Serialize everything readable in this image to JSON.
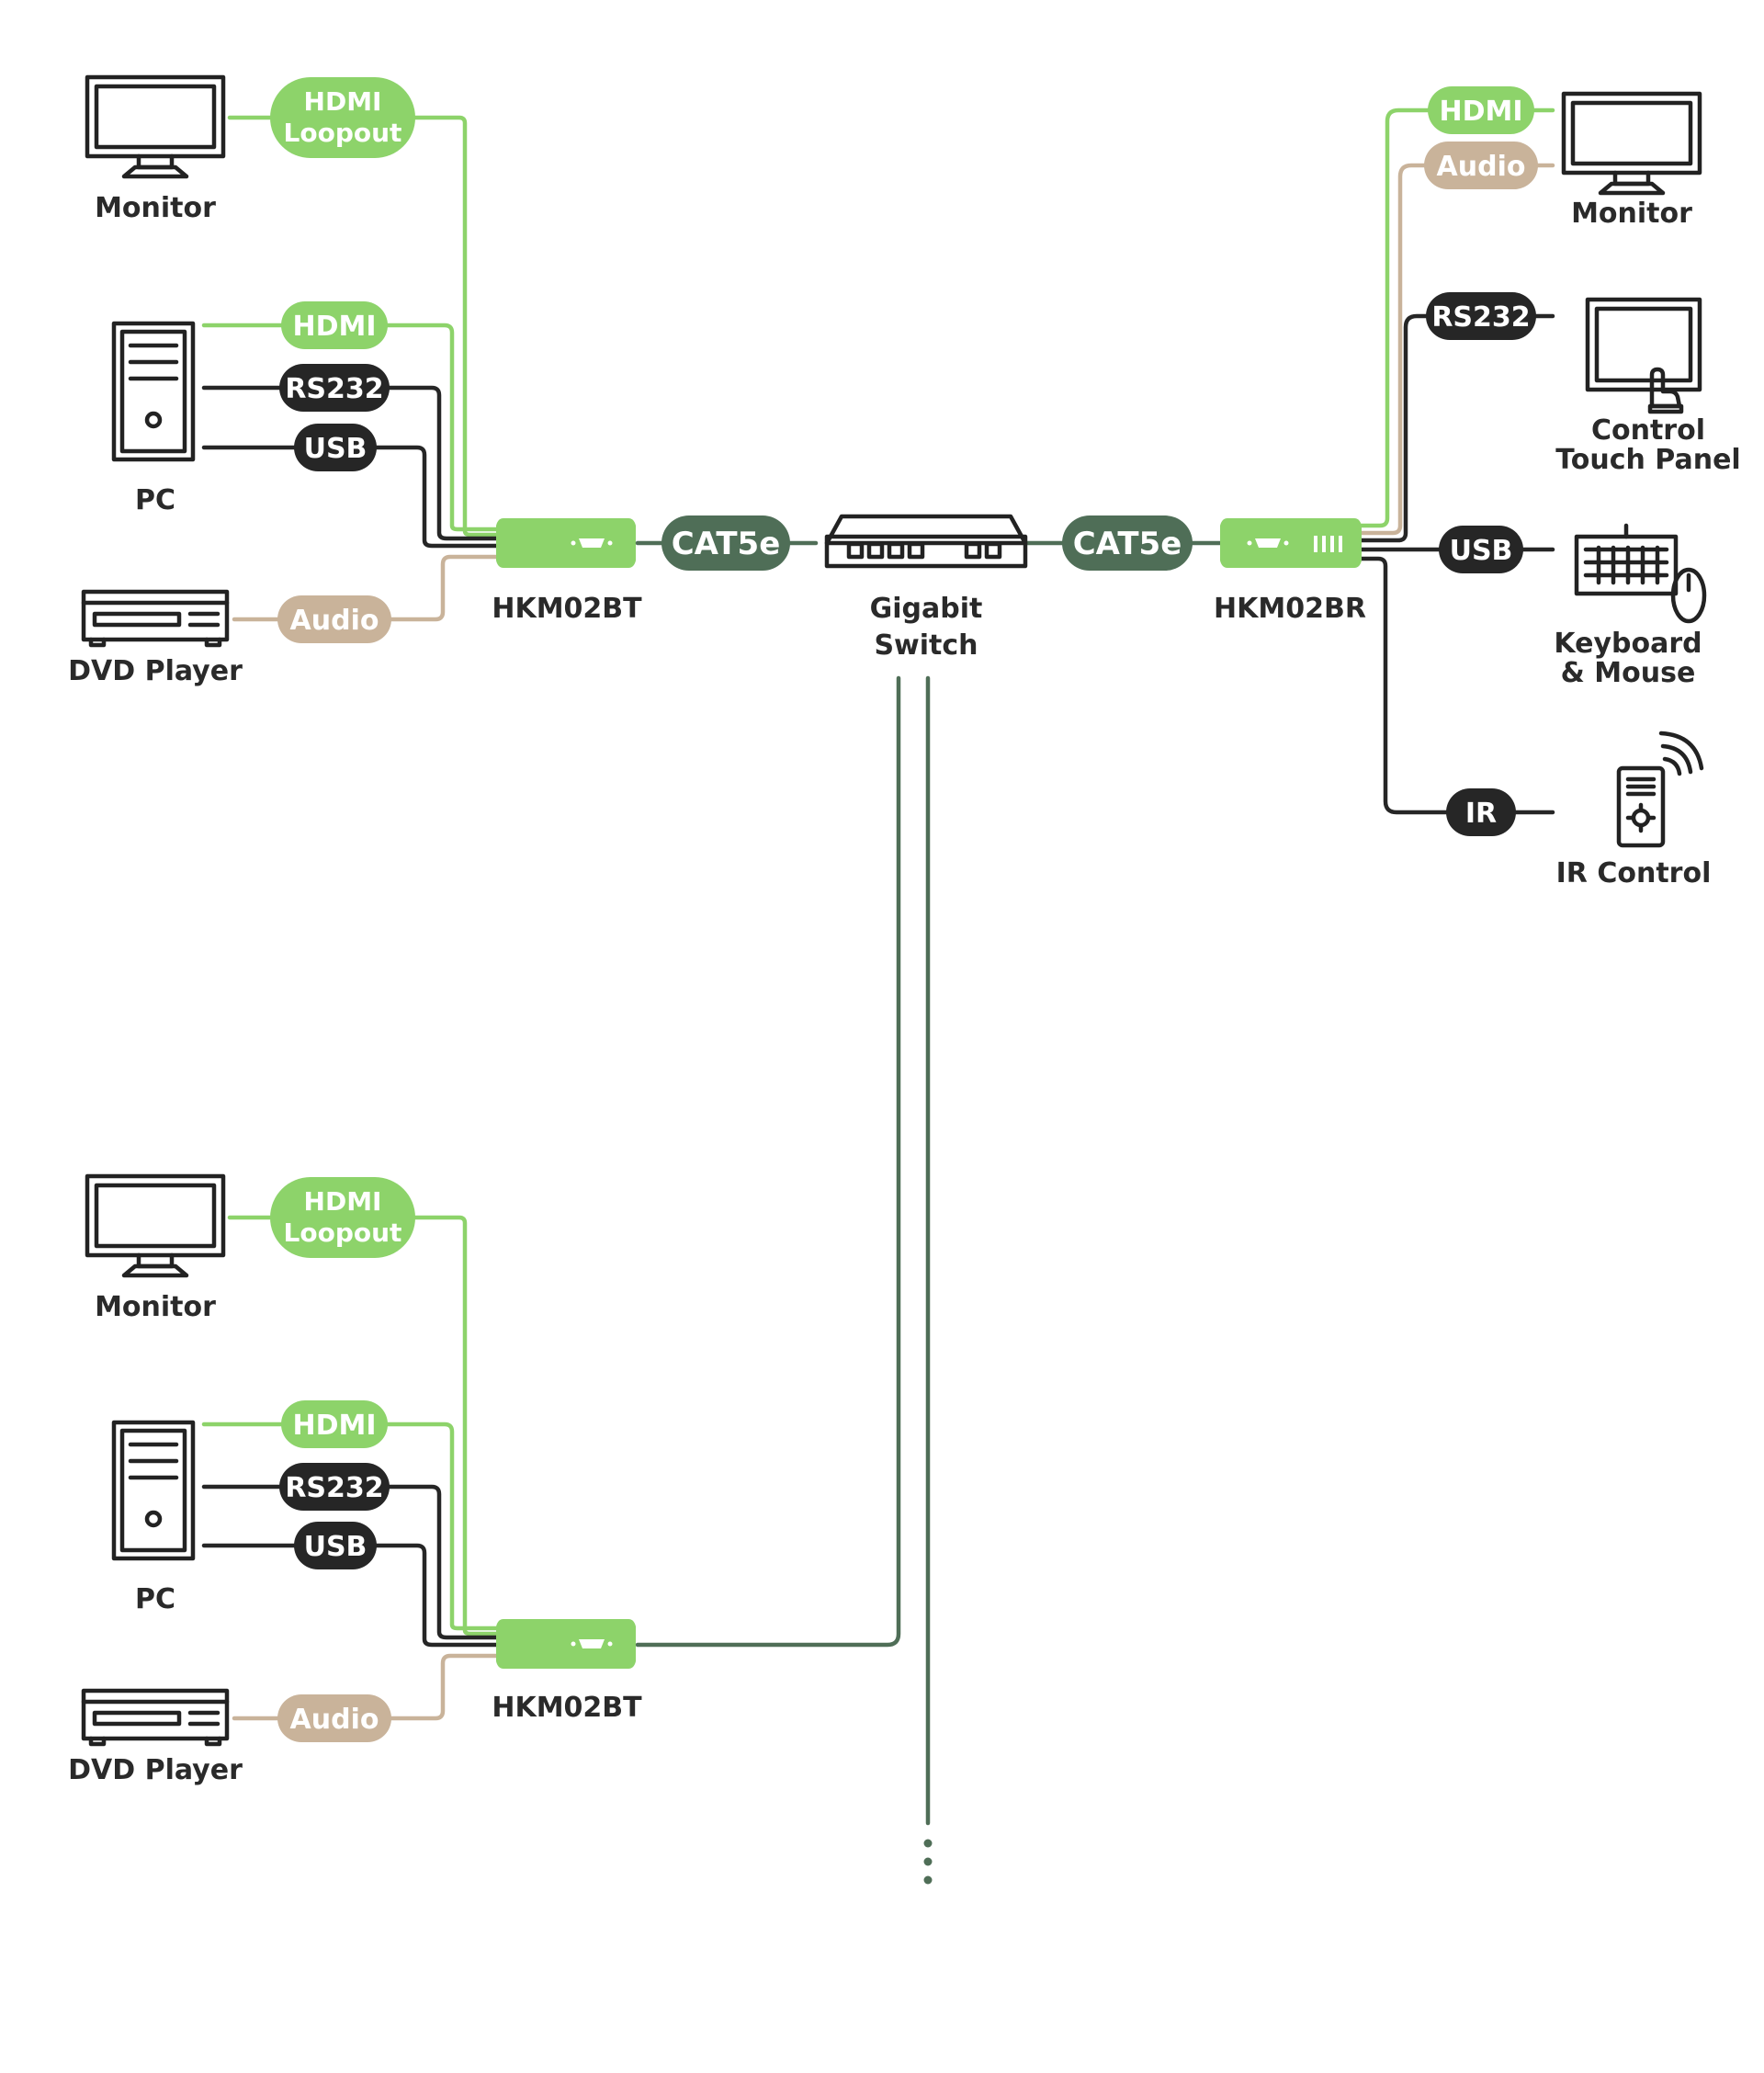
{
  "colors": {
    "hdmi": "#8dd36a",
    "audio": "#c9b39a",
    "control": "#262626",
    "cat5e": "#4f6e57",
    "device_text": "#2a2a2a",
    "background": "#ffffff"
  },
  "tx1": {
    "monitor": {
      "label": "Monitor",
      "icon": "monitor-icon"
    },
    "hdmi_loopout": {
      "line1": "HDMI",
      "line2": "Loopout"
    },
    "pc": {
      "label": "PC",
      "icon": "pc-tower-icon"
    },
    "hdmi": "HDMI",
    "rs232": "RS232",
    "usb": "USB",
    "dvd": {
      "label": "DVD Player",
      "icon": "dvd-player-icon"
    },
    "audio": "Audio",
    "extender_label": "HKM02BT"
  },
  "link_left": {
    "label": "CAT5e"
  },
  "switch": {
    "line1": "Gigabit",
    "line2": "Switch",
    "icon": "network-switch-icon"
  },
  "link_right": {
    "label": "CAT5e"
  },
  "rx": {
    "extender_label": "HKM02BR",
    "hdmi": "HDMI",
    "audio": "Audio",
    "monitor": {
      "label": "Monitor",
      "icon": "monitor-icon"
    },
    "rs232": "RS232",
    "touch_panel": {
      "line1": "Control",
      "line2": "Touch Panel",
      "icon": "touch-panel-icon"
    },
    "usb": "USB",
    "keyboard_mouse": {
      "line1": "Keyboard",
      "line2": "& Mouse",
      "icon": "keyboard-mouse-icon"
    },
    "ir": "IR",
    "ir_control": {
      "label": "IR Control",
      "icon": "remote-control-icon"
    }
  },
  "tx2": {
    "monitor": {
      "label": "Monitor",
      "icon": "monitor-icon"
    },
    "hdmi_loopout": {
      "line1": "HDMI",
      "line2": "Loopout"
    },
    "pc": {
      "label": "PC",
      "icon": "pc-tower-icon"
    },
    "hdmi": "HDMI",
    "rs232": "RS232",
    "usb": "USB",
    "dvd": {
      "label": "DVD Player",
      "icon": "dvd-player-icon"
    },
    "audio": "Audio",
    "extender_label": "HKM02BT"
  }
}
